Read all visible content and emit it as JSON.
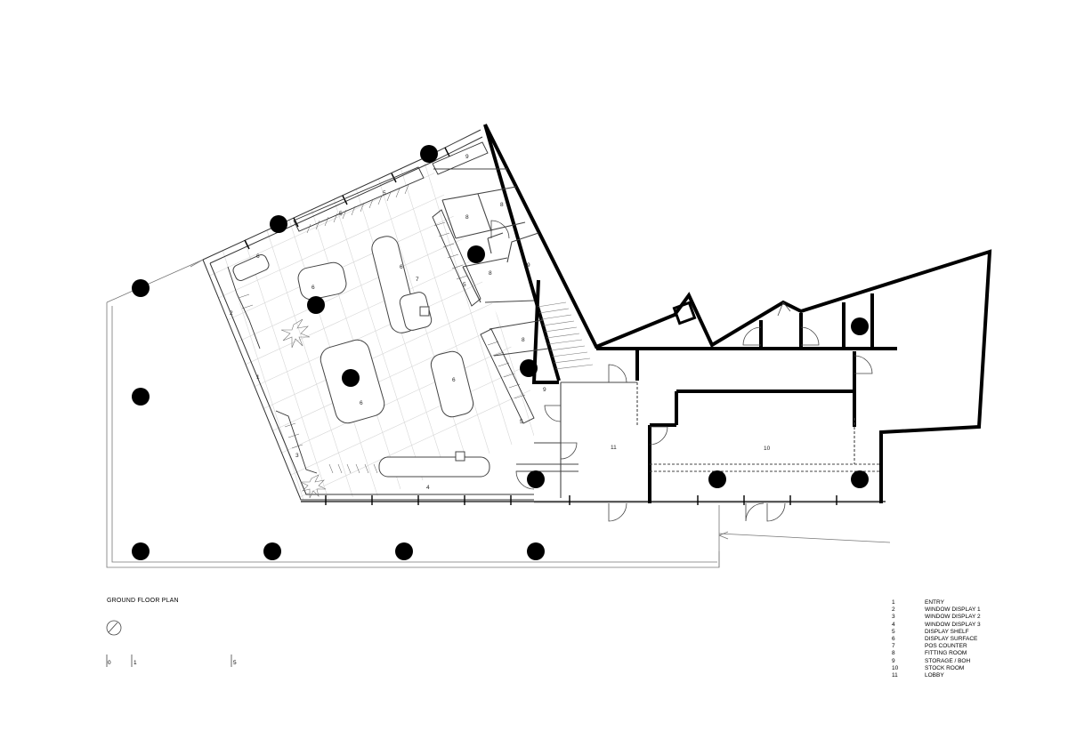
{
  "drawing_title": "GROUND FLOOR PLAN",
  "scale_bar": {
    "ticks": [
      "0",
      "1",
      "5"
    ]
  },
  "legend": [
    {
      "num": "1",
      "name": "ENTRY"
    },
    {
      "num": "2",
      "name": "WINDOW DISPLAY 1"
    },
    {
      "num": "3",
      "name": "WINDOW DISPLAY 2"
    },
    {
      "num": "4",
      "name": "WINDOW DISPLAY 3"
    },
    {
      "num": "5",
      "name": "DISPLAY SHELF"
    },
    {
      "num": "6",
      "name": "DISPLAY SURFACE"
    },
    {
      "num": "7",
      "name": "POS COUNTER"
    },
    {
      "num": "8",
      "name": "FITTING ROOM"
    },
    {
      "num": "9",
      "name": "STORAGE / BOH"
    },
    {
      "num": "10",
      "name": "STOCK ROOM"
    },
    {
      "num": "11",
      "name": "LOBBY"
    }
  ],
  "room_tags": {
    "entry": "1",
    "window_display_1": "2",
    "window_display_2": "3",
    "window_display_3": "4",
    "shelf_a": "5",
    "shelf_b": "5",
    "shelf_c": "5",
    "shelf_d": "5",
    "surface_a": "6",
    "surface_b": "6",
    "surface_c": "6",
    "surface_d": "6",
    "surface_e": "6",
    "pos_counter": "7",
    "fitting_a": "8",
    "fitting_b": "8",
    "fitting_c": "8",
    "fitting_d": "8",
    "storage_a": "9",
    "storage_b": "9",
    "storage_c": "9",
    "stock_room": "10",
    "lobby": "11"
  },
  "colors": {
    "wall": "#000000",
    "line": "#555555",
    "grid": "#d6d6d6",
    "column": "#000000"
  }
}
